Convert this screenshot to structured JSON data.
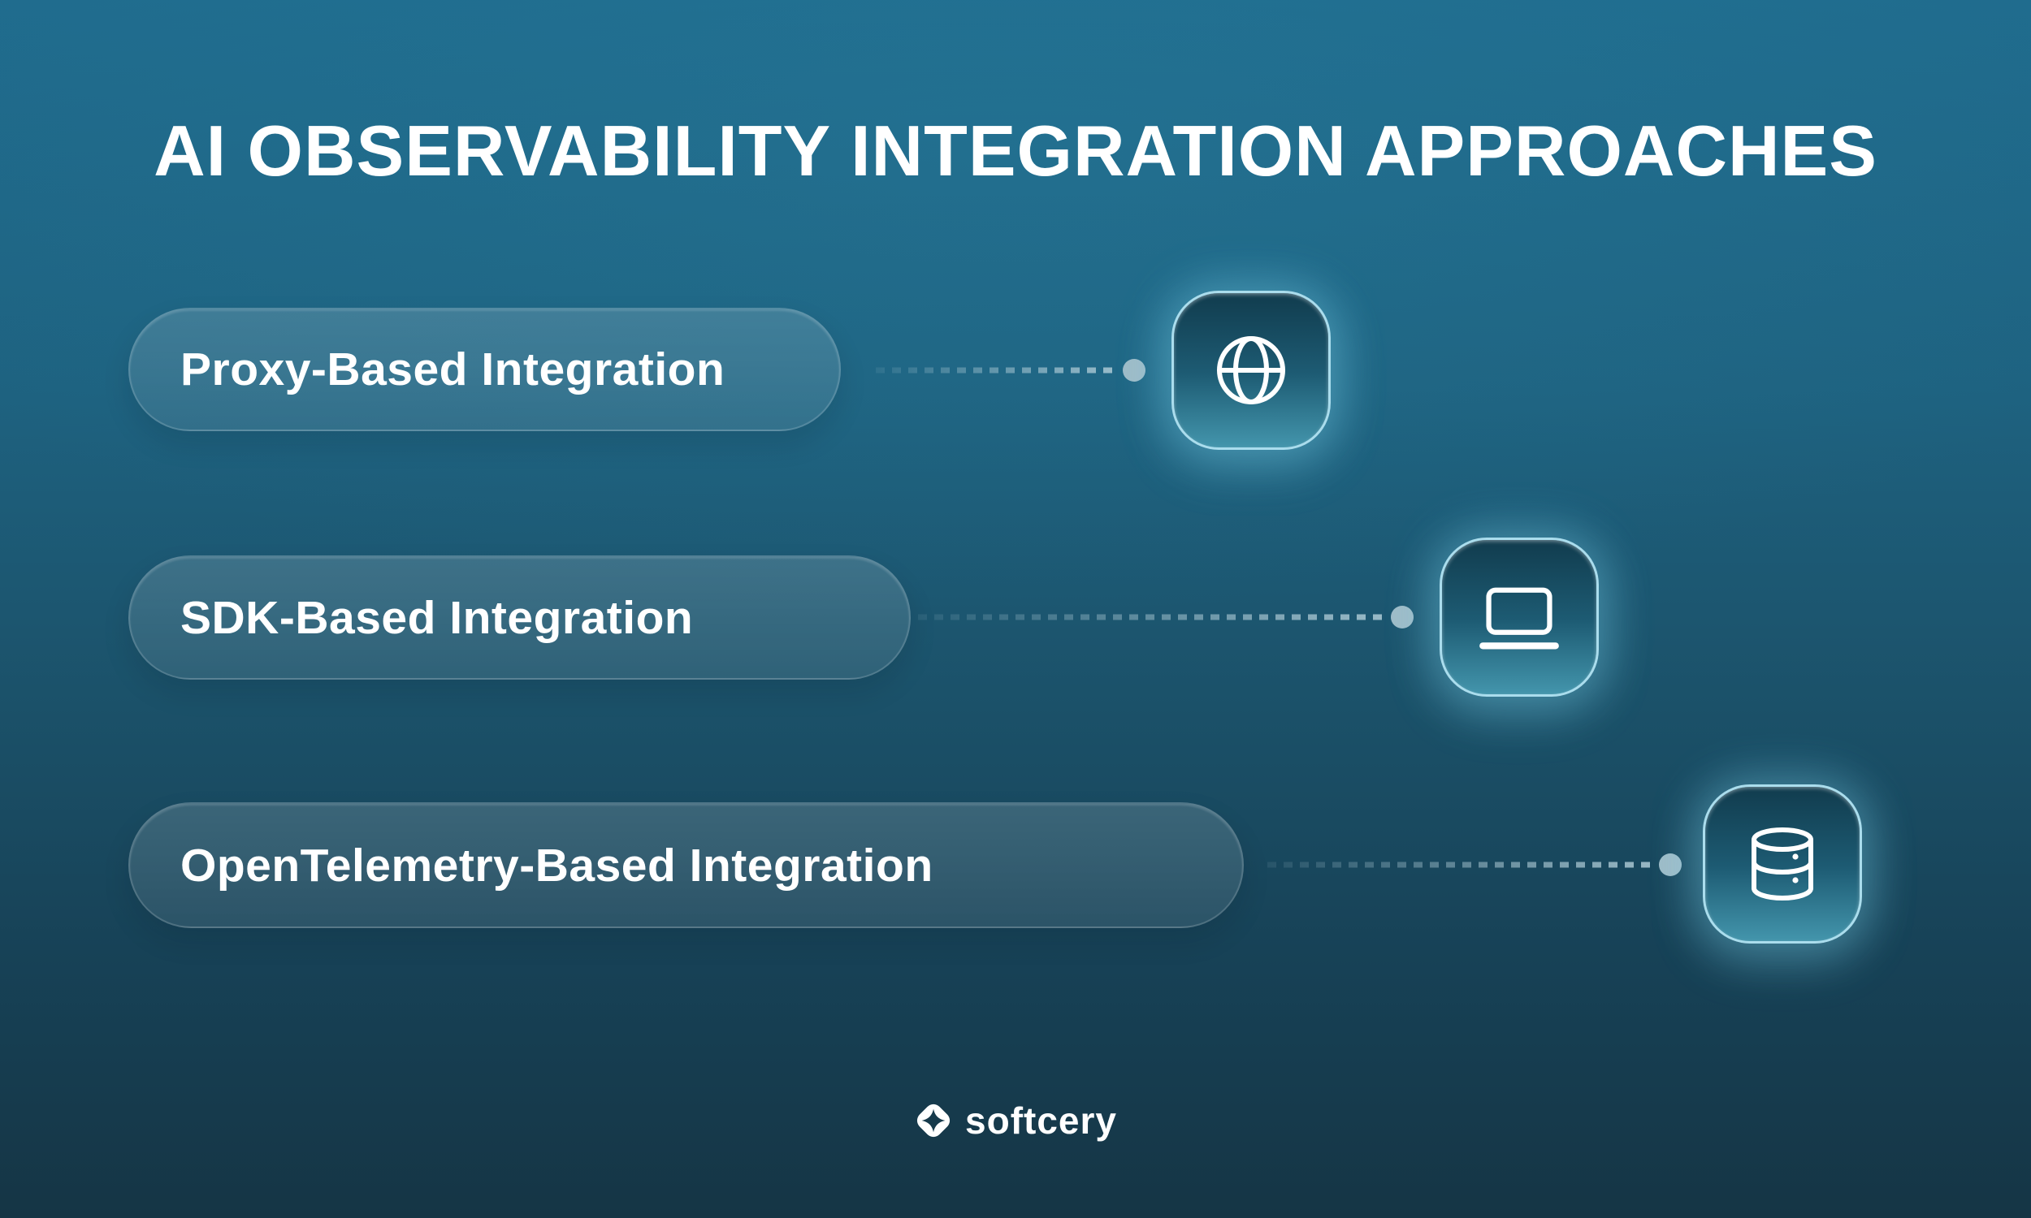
{
  "title": "AI OBSERVABILITY INTEGRATION APPROACHES",
  "rows": [
    {
      "label": "Proxy-Based Integration",
      "icon": "globe-icon"
    },
    {
      "label": "SDK-Based Integration",
      "icon": "laptop-icon"
    },
    {
      "label": "OpenTelemetry-Based Integration",
      "icon": "database-icon"
    }
  ],
  "logo": {
    "text": "softcery",
    "mark": "four-point-star-in-rounded-diamond"
  },
  "colors": {
    "background_top": "#1f6b8d",
    "background_bottom": "#153545",
    "pill_fill": "rgba(255,255,255,0.12)",
    "pill_border": "rgba(255,255,255,0.16)",
    "icon_box_border": "#aadded",
    "icon_box_gradient_top": "#113c4e",
    "icon_box_gradient_bottom": "#4395ac",
    "connector": "#a9c5d0",
    "connector_dot": "#9fbcc8",
    "text": "#ffffff"
  }
}
